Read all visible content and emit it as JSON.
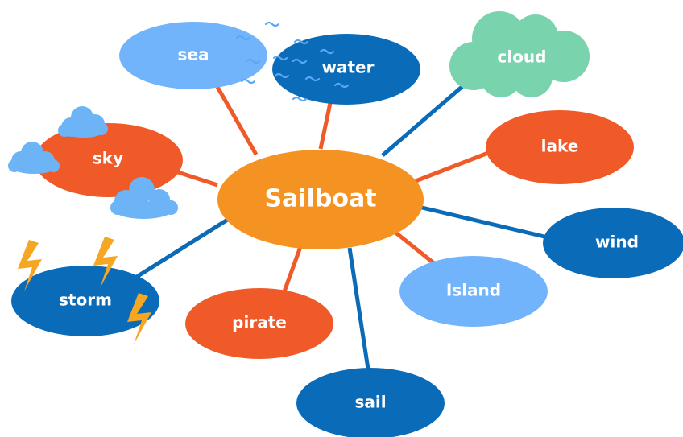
{
  "diagram": {
    "center": {
      "label": "Sailboat",
      "color": "#f59322"
    },
    "nodes": [
      {
        "id": "sea",
        "label": "sea",
        "color": "#71b4fb",
        "link": "#ef5a28"
      },
      {
        "id": "water",
        "label": "water",
        "color": "#0a6bb8",
        "link": "#ef5a28"
      },
      {
        "id": "cloud",
        "label": "cloud",
        "color": "#79d4ad",
        "link": "#0a6bb8"
      },
      {
        "id": "lake",
        "label": "lake",
        "color": "#ef5a28",
        "link": "#ef5a28"
      },
      {
        "id": "wind",
        "label": "wind",
        "color": "#0a6bb8",
        "link": "#0a6bb8"
      },
      {
        "id": "island",
        "label": "Island",
        "color": "#71b4fb",
        "link": "#ef5a28"
      },
      {
        "id": "sail",
        "label": "sail",
        "color": "#0a6bb8",
        "link": "#0a6bb8"
      },
      {
        "id": "pirate",
        "label": "pirate",
        "color": "#ef5a28",
        "link": "#ef5a28"
      },
      {
        "id": "storm",
        "label": "storm",
        "color": "#0a6bb8",
        "link": "#0a6bb8"
      },
      {
        "id": "sky",
        "label": "sky",
        "color": "#ef5a28",
        "link": "#ef5a28"
      }
    ],
    "decor": {
      "small_cloud_color": "#6cb4f6",
      "lightning_color": "#f5a623",
      "wave_color": "#5aa7f5"
    }
  }
}
